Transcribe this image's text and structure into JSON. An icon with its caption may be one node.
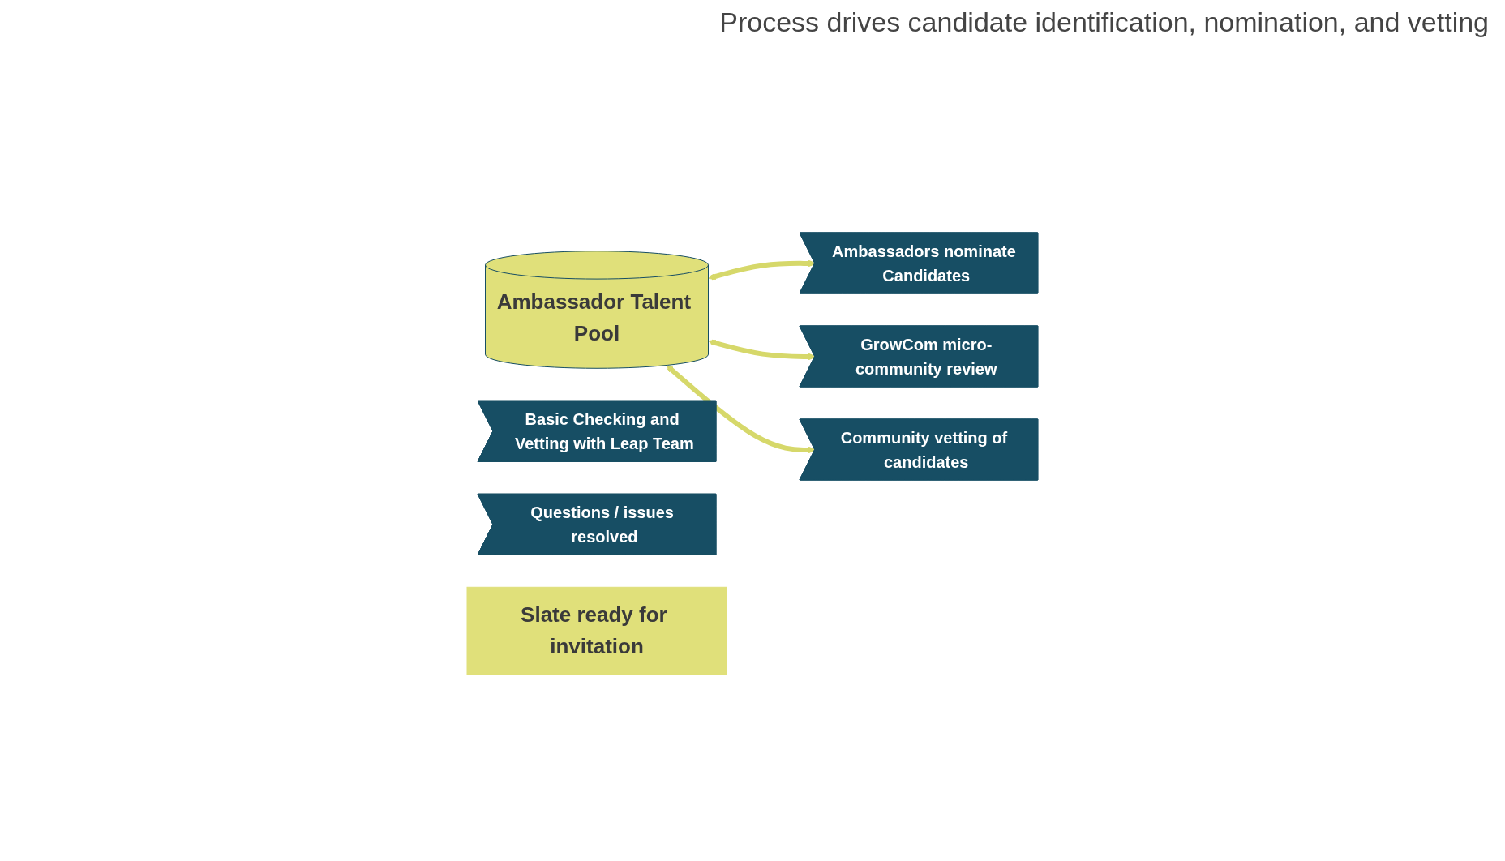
{
  "diagram": {
    "title": "Process drives candidate identification, nomination, and vetting",
    "nodes": [
      {
        "text": [
          "Ambassadors nominate Candidates"
        ]
      },
      {
        "text": [
          "Basic Checking and Vetting with Leap Team"
        ]
      },
      {
        "text": [
          "GrowCom micro-community review"
        ]
      },
      {
        "text": [
          "Community vetting of candidates"
        ]
      },
      {
        "text": [
          "Questions / issues resolved"
        ]
      },
      {
        "text": [
          "Slate ready for invitation"
        ]
      },
      {
        "text": [
          "Ambassador Talent Pool"
        ]
      }
    ],
    "edges": [
      {
        "from": 6,
        "to": 0,
        "arrow": "both"
      },
      {
        "from": 6,
        "to": 2,
        "arrow": "both"
      },
      {
        "from": 6,
        "to": 3,
        "arrow": "both"
      }
    ]
  }
}
